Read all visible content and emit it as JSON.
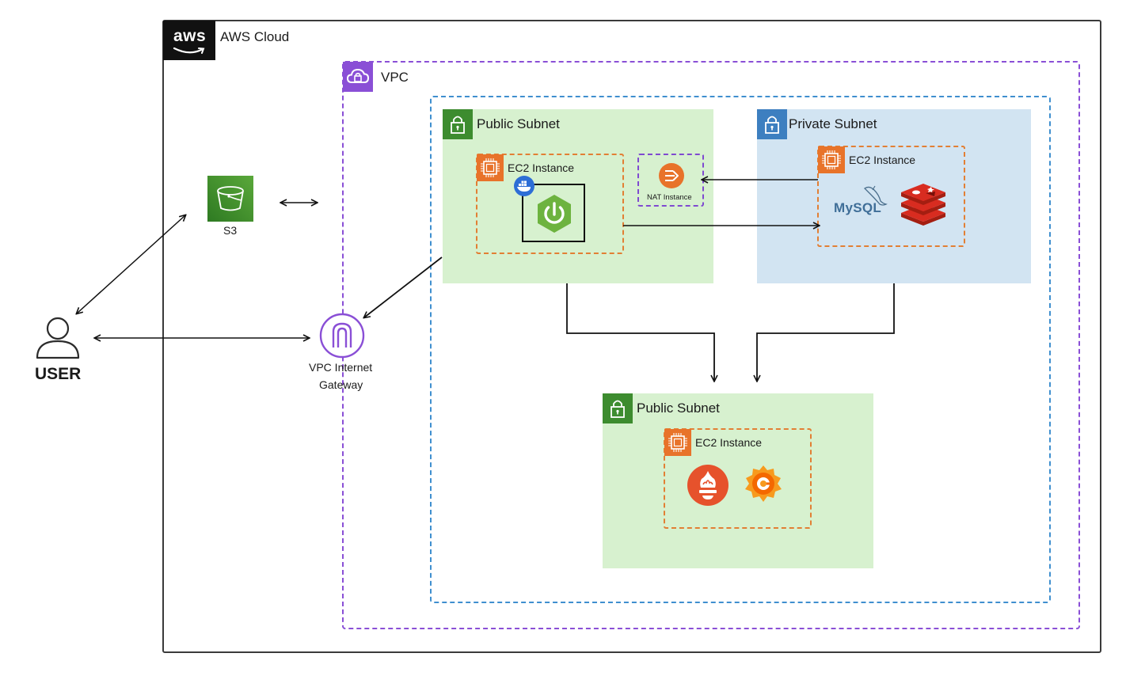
{
  "aws_cloud": {
    "logo_text": "aws",
    "title": "AWS Cloud"
  },
  "vpc": {
    "title": "VPC"
  },
  "s3": {
    "label": "S3"
  },
  "user": {
    "label": "USER"
  },
  "igw": {
    "label_line1": "VPC Internet",
    "label_line2": "Gateway"
  },
  "public_subnet_top": {
    "title": "Public Subnet"
  },
  "private_subnet": {
    "title": "Private Subnet"
  },
  "public_subnet_bottom": {
    "title": "Public Subnet"
  },
  "ec2_app": {
    "title": "EC2 Instance"
  },
  "ec2_db": {
    "title": "EC2 Instance"
  },
  "ec2_monitor": {
    "title": "EC2 Instance"
  },
  "nat": {
    "label": "NAT Instance"
  },
  "mysql": {
    "label": "MySQL"
  },
  "icons": [
    "aws-logo",
    "vpc-icon",
    "lock-icon",
    "ec2-chip-icon",
    "s3-bucket-icon",
    "user-icon",
    "internet-gateway-icon",
    "nat-icon",
    "docker-icon",
    "spring-power-icon",
    "mysql-dolphin-icon",
    "redis-icon",
    "prometheus-icon",
    "grafana-icon"
  ],
  "colors": {
    "vpc": "#8a4fd6",
    "az": "#3f8fcf",
    "public_subnet": "#d7f1cf",
    "private_subnet": "#d2e4f2",
    "ec2": "#e8732a",
    "s3": "#3f8a2c",
    "spring": "#6db33f",
    "redis": "#d82c20",
    "prometheus": "#e6522c",
    "grafana": "#f46800"
  }
}
